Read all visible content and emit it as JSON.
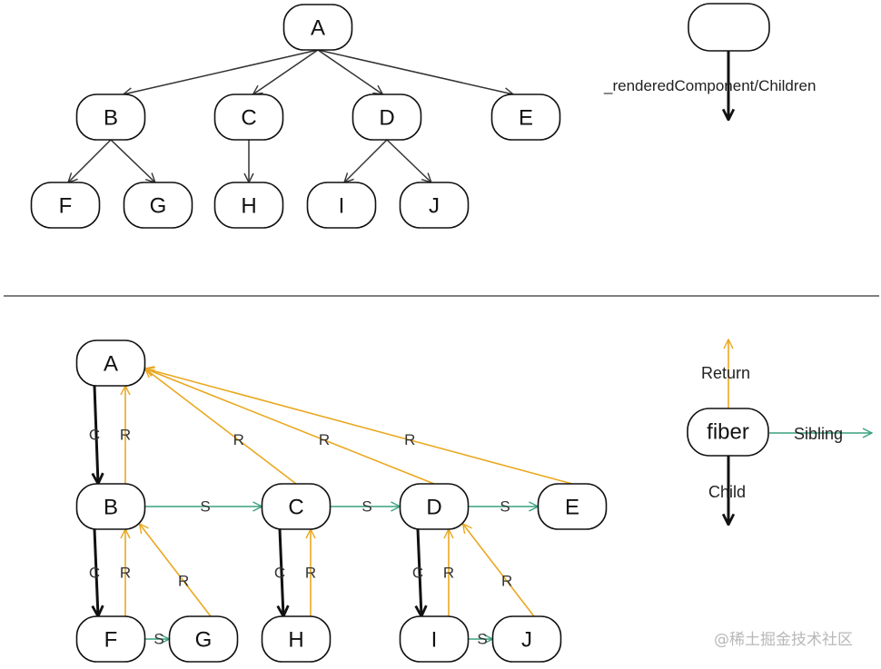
{
  "top_tree": {
    "nodes": [
      "A",
      "B",
      "C",
      "D",
      "E",
      "F",
      "G",
      "H",
      "I",
      "J"
    ],
    "edges": [
      [
        "A",
        "B"
      ],
      [
        "A",
        "C"
      ],
      [
        "A",
        "D"
      ],
      [
        "A",
        "E"
      ],
      [
        "B",
        "F"
      ],
      [
        "B",
        "G"
      ],
      [
        "C",
        "H"
      ],
      [
        "D",
        "I"
      ],
      [
        "D",
        "J"
      ]
    ]
  },
  "top_legend": {
    "label": "_renderedComponent/Children"
  },
  "fiber_tree": {
    "nodes": [
      "A",
      "B",
      "C",
      "D",
      "E",
      "F",
      "G",
      "H",
      "I",
      "J"
    ],
    "child_label": "C",
    "sibling_label": "S",
    "return_label": "R",
    "child_edges": [
      [
        "A",
        "B"
      ],
      [
        "B",
        "F"
      ],
      [
        "C",
        "H"
      ],
      [
        "D",
        "I"
      ]
    ],
    "sibling_edges": [
      [
        "B",
        "C"
      ],
      [
        "C",
        "D"
      ],
      [
        "D",
        "E"
      ],
      [
        "F",
        "G"
      ],
      [
        "I",
        "J"
      ]
    ],
    "return_edges": [
      [
        "B",
        "A"
      ],
      [
        "C",
        "A"
      ],
      [
        "D",
        "A"
      ],
      [
        "E",
        "A"
      ],
      [
        "F",
        "B"
      ],
      [
        "G",
        "B"
      ],
      [
        "H",
        "C"
      ],
      [
        "I",
        "D"
      ],
      [
        "J",
        "D"
      ]
    ]
  },
  "fiber_legend": {
    "node": "fiber",
    "return": "Return",
    "sibling": "Sibling",
    "child": "Child"
  },
  "colors": {
    "child": "#111111",
    "sibling": "#3aa07e",
    "return": "#eaa820",
    "tree_edge": "#333333"
  },
  "watermark": "@稀土掘金技术社区"
}
